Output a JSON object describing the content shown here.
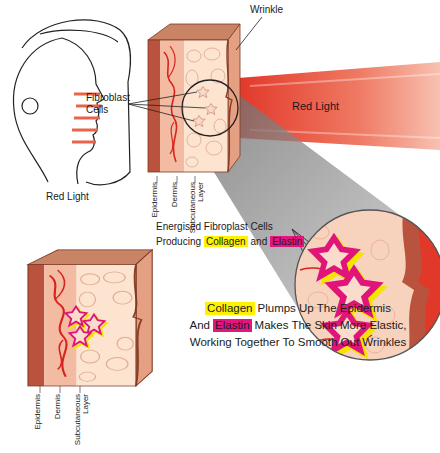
{
  "diagram": {
    "labels": [
      "Red Light",
      "Fibroblast Cells",
      "Wrinkle",
      "Red Light",
      "Epidermis",
      "Dermis",
      "Subcutaneous Layer",
      "Energised Fibroplast Cells",
      "Producing",
      "Collagen",
      "and",
      "Elastin",
      "Epidermis",
      "Dermis",
      "Subcutaneous Layer",
      "Collagen",
      "Plumps Up The Epidermis",
      "And",
      "Elastin",
      "Makes The Skin More Elastic,",
      "Working Together To Smooth Out Wrinkles"
    ]
  }
}
